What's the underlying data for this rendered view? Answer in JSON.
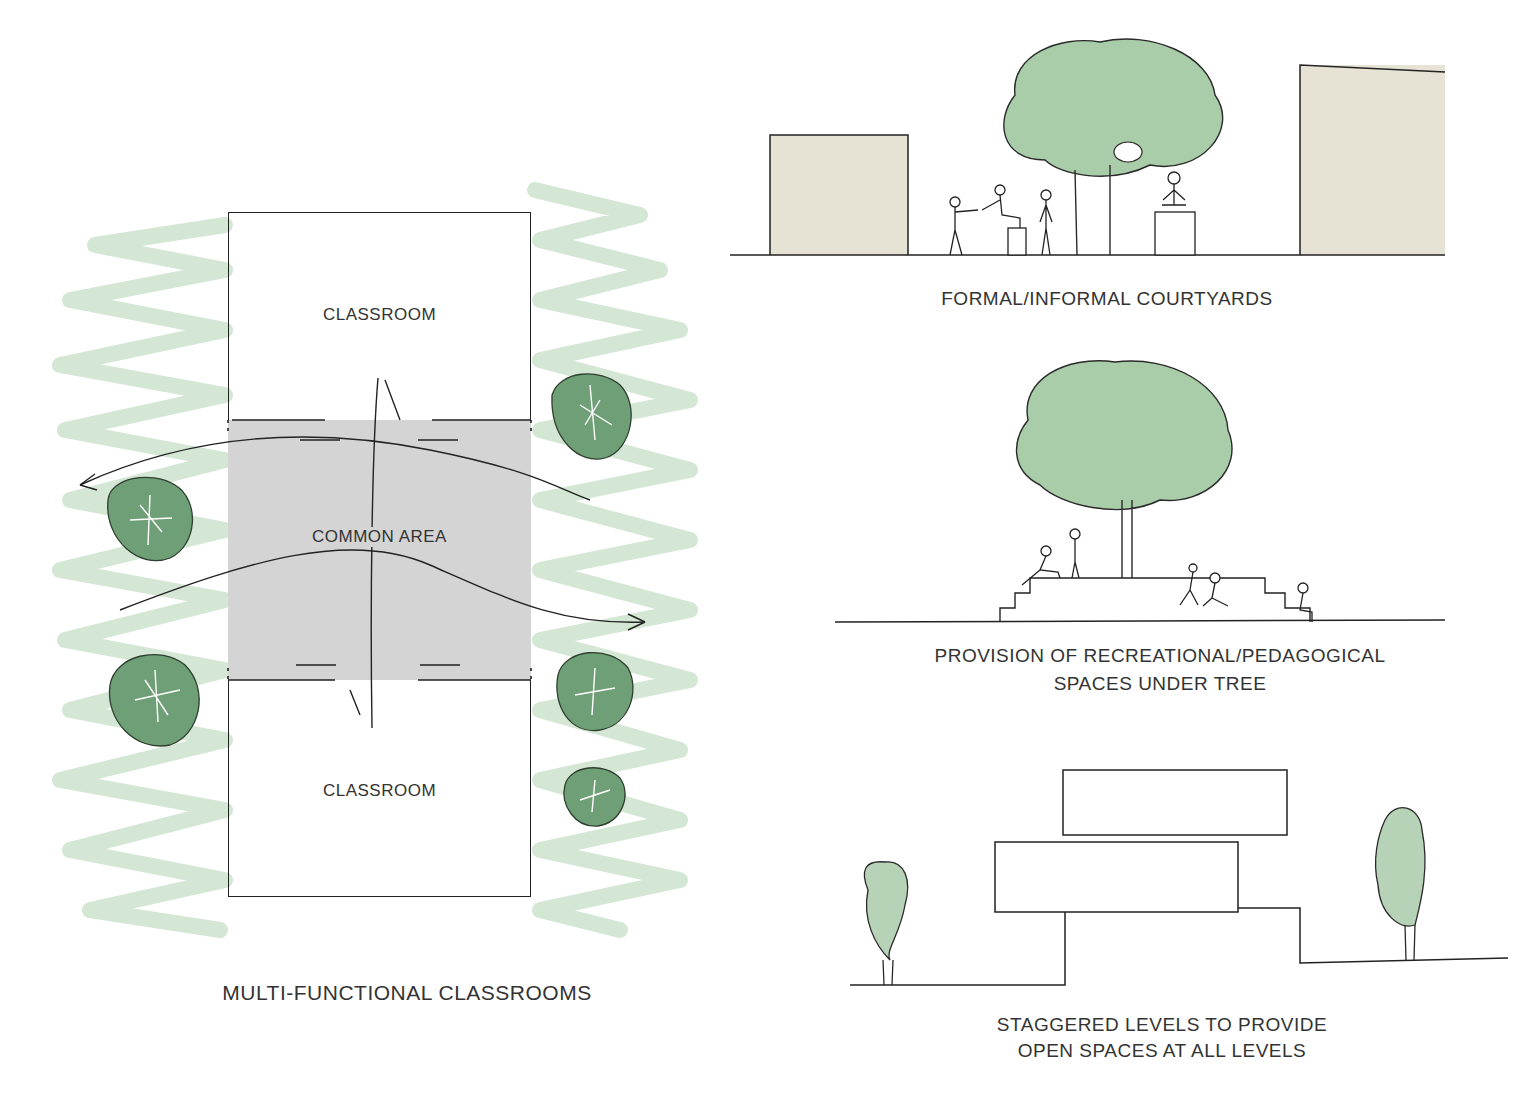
{
  "diagram": {
    "nodes": [
      {
        "text": [
          "CLASSROOM"
        ]
      },
      {
        "text": [
          "COMMON AREA"
        ]
      },
      {
        "text": [
          "CLASSROOM"
        ]
      }
    ],
    "labels": [
      "MULTI-FUNCTIONAL CLASSROOMS",
      "FORMAL/INFORMAL COURTYARDS",
      "PROVISION OF RECREATIONAL/PEDAGOGICAL SPACES UNDER TREE",
      "STAGGERED LEVELS TO PROVIDE OPEN SPACES AT ALL LEVELS"
    ]
  }
}
